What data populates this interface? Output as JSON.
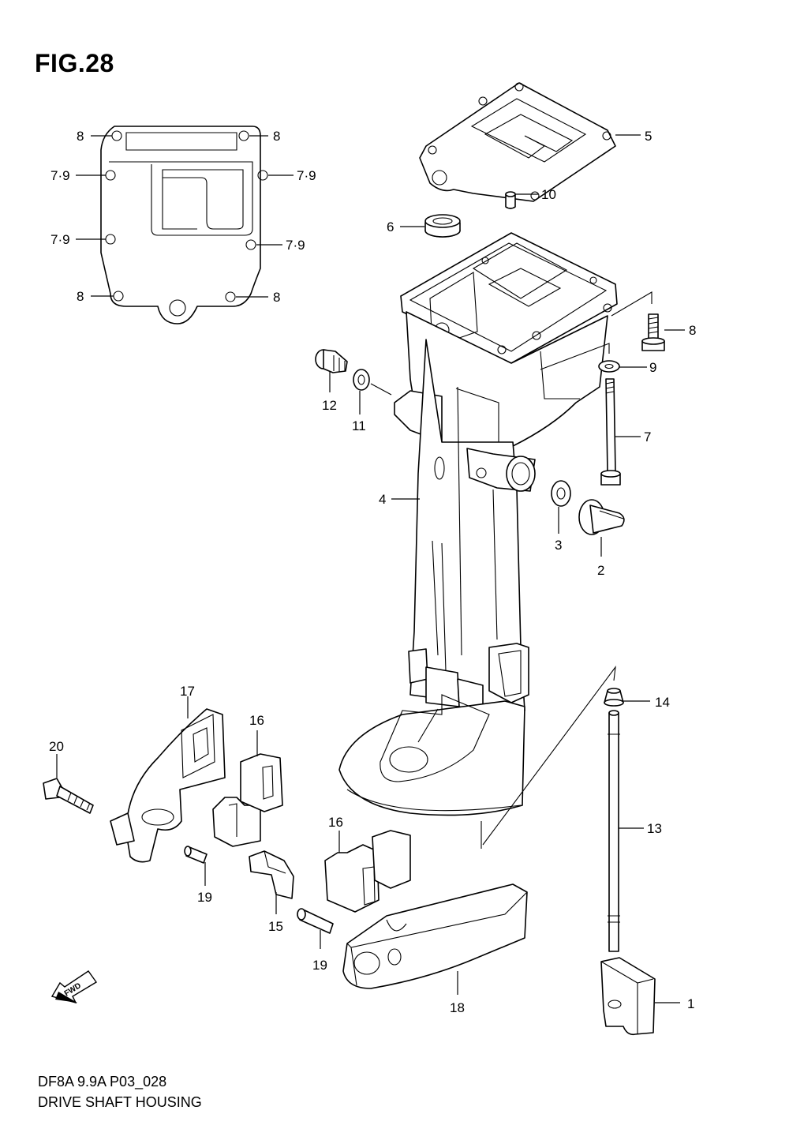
{
  "figure": {
    "title": "FIG.28",
    "model_code": "DF8A 9.9A P03_028",
    "name": "DRIVE SHAFT HOUSING"
  },
  "fwd_label": "FWD",
  "callouts": {
    "gasket_left": [
      "8",
      "8",
      "7·9",
      "7·9",
      "7·9",
      "7·9",
      "8",
      "8"
    ],
    "c1": "1",
    "c2": "2",
    "c3": "3",
    "c4": "4",
    "c5": "5",
    "c6": "6",
    "c7": "7",
    "c8": "8",
    "c9": "9",
    "c10": "10",
    "c11": "11",
    "c12": "12",
    "c13": "13",
    "c14": "14",
    "c15": "15",
    "c16a": "16",
    "c16b": "16",
    "c17": "17",
    "c18": "18",
    "c19a": "19",
    "c19b": "19",
    "c20": "20"
  }
}
